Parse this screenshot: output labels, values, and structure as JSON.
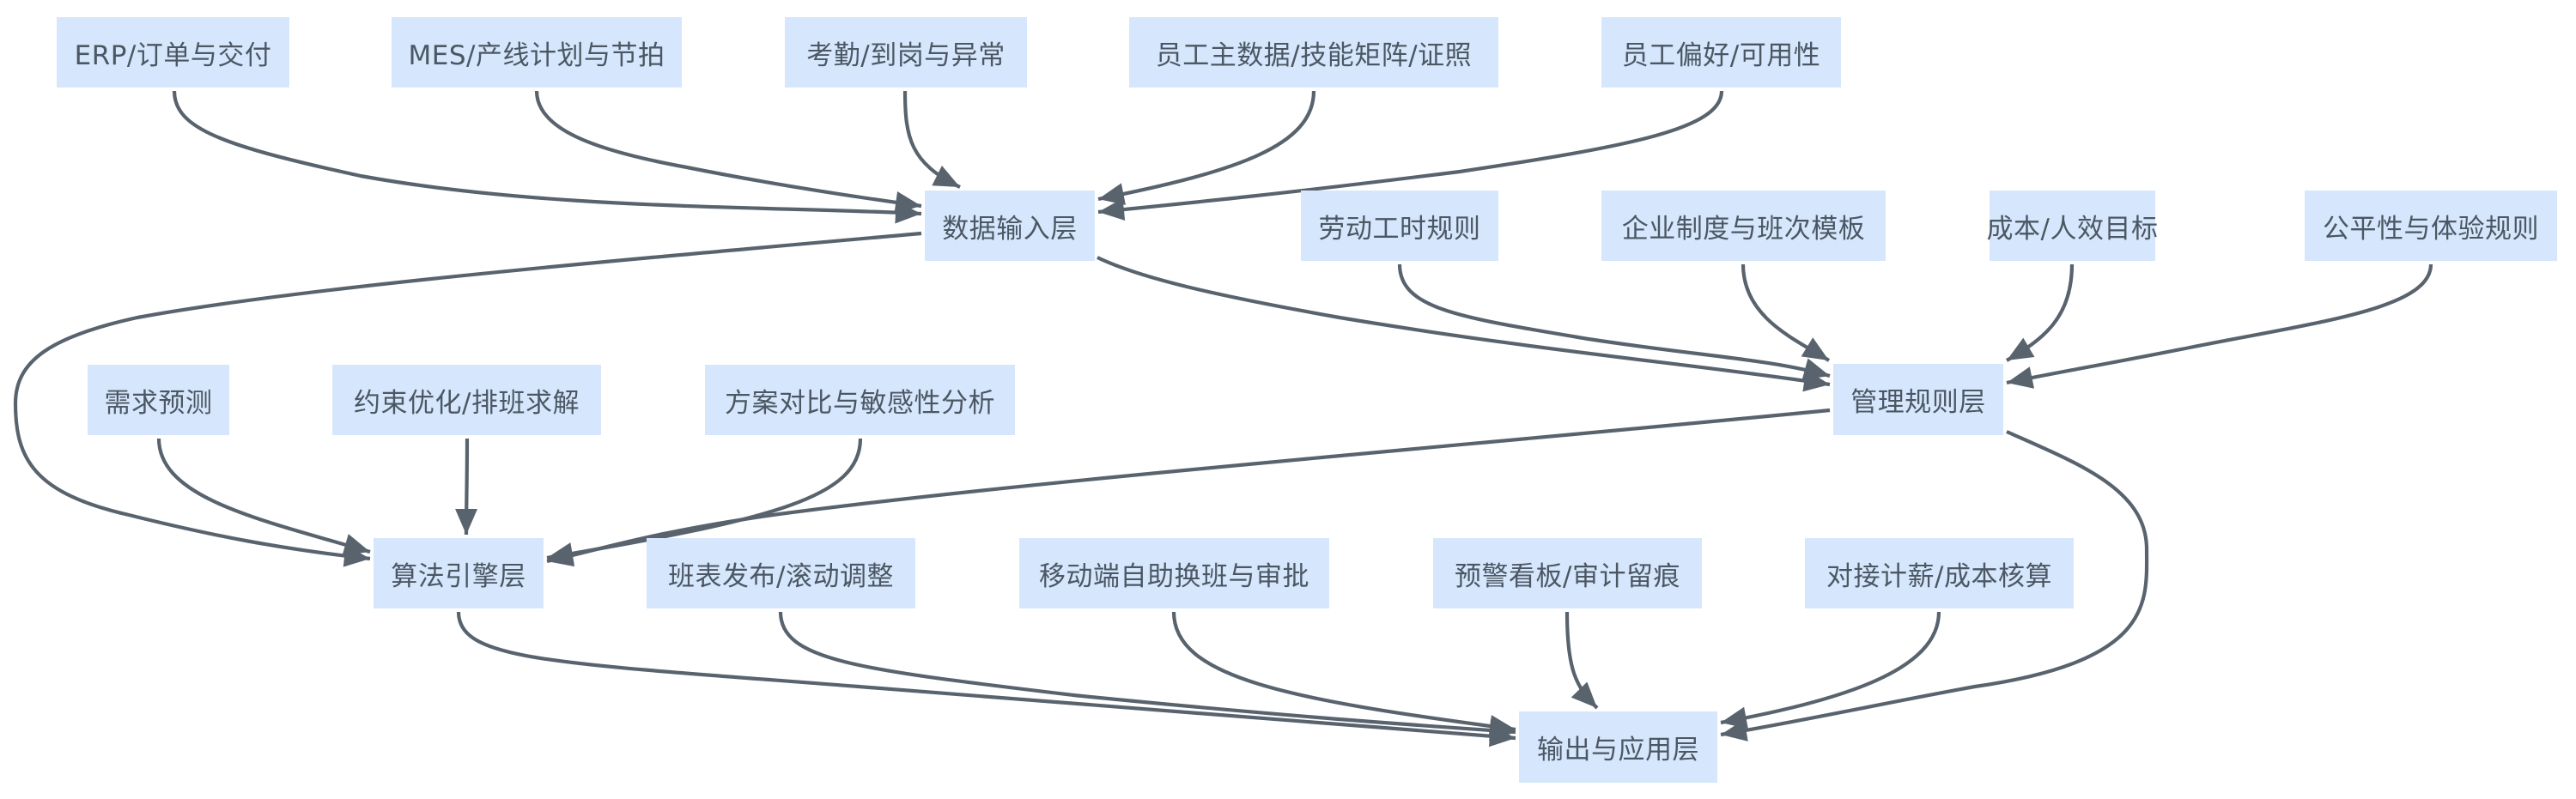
{
  "diagram": {
    "type": "flowchart",
    "colors": {
      "node_fill": "#d6e7fd",
      "node_text": "#4c5763",
      "edge": "#59636e",
      "background": "#ffffff"
    },
    "nodes": {
      "erp": {
        "label": "ERP/订单与交付"
      },
      "mes": {
        "label": "MES/产线计划与节拍"
      },
      "att": {
        "label": "考勤/到岗与异常"
      },
      "emp": {
        "label": "员工主数据/技能矩阵/证照"
      },
      "pref": {
        "label": "员工偏好/可用性"
      },
      "data": {
        "label": "数据输入层"
      },
      "labor": {
        "label": "劳动工时规则"
      },
      "corp": {
        "label": "企业制度与班次模板"
      },
      "cost": {
        "label": "成本/人效目标"
      },
      "fair": {
        "label": "公平性与体验规则"
      },
      "fc": {
        "label": "需求预测"
      },
      "opt": {
        "label": "约束优化/排班求解"
      },
      "cmp": {
        "label": "方案对比与敏感性分析"
      },
      "mgmt": {
        "label": "管理规则层"
      },
      "algo": {
        "label": "算法引擎层"
      },
      "pub": {
        "label": "班表发布/滚动调整"
      },
      "mob": {
        "label": "移动端自助换班与审批"
      },
      "warn": {
        "label": "预警看板/审计留痕"
      },
      "pay": {
        "label": "对接计薪/成本核算"
      },
      "out": {
        "label": "输出与应用层"
      }
    },
    "edges": [
      {
        "from": "erp",
        "to": "data"
      },
      {
        "from": "mes",
        "to": "data"
      },
      {
        "from": "att",
        "to": "data"
      },
      {
        "from": "emp",
        "to": "data"
      },
      {
        "from": "pref",
        "to": "data"
      },
      {
        "from": "data",
        "to": "mgmt"
      },
      {
        "from": "labor",
        "to": "mgmt"
      },
      {
        "from": "corp",
        "to": "mgmt"
      },
      {
        "from": "cost",
        "to": "mgmt"
      },
      {
        "from": "fair",
        "to": "mgmt"
      },
      {
        "from": "data",
        "to": "algo"
      },
      {
        "from": "fc",
        "to": "algo"
      },
      {
        "from": "opt",
        "to": "algo"
      },
      {
        "from": "cmp",
        "to": "algo"
      },
      {
        "from": "mgmt",
        "to": "algo"
      },
      {
        "from": "algo",
        "to": "out"
      },
      {
        "from": "pub",
        "to": "out"
      },
      {
        "from": "mob",
        "to": "out"
      },
      {
        "from": "warn",
        "to": "out"
      },
      {
        "from": "pay",
        "to": "out"
      },
      {
        "from": "mgmt",
        "to": "out"
      }
    ]
  }
}
